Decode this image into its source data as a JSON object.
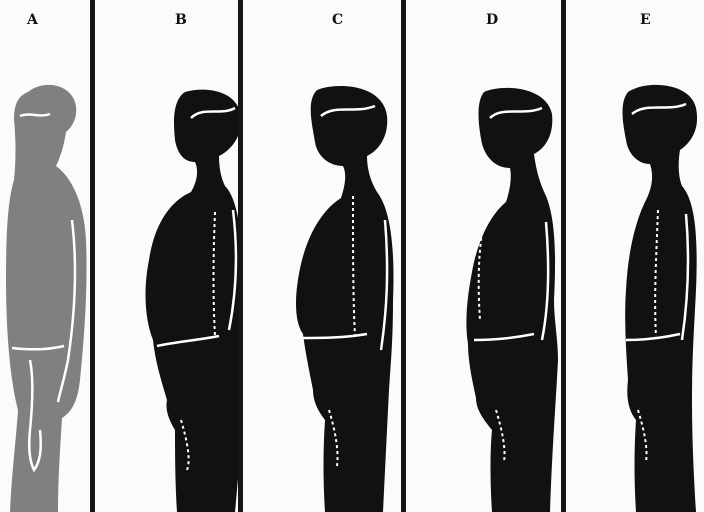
{
  "panels": [
    {
      "label": "A",
      "fill": "#808080"
    },
    {
      "label": "B",
      "fill": "#111111"
    },
    {
      "label": "C",
      "fill": "#111111"
    },
    {
      "label": "D",
      "fill": "#111111"
    },
    {
      "label": "E",
      "fill": "#111111"
    }
  ],
  "colors": {
    "background": "#fbfbf9",
    "divider": "#161616",
    "outline_lines": "#ffffff"
  }
}
